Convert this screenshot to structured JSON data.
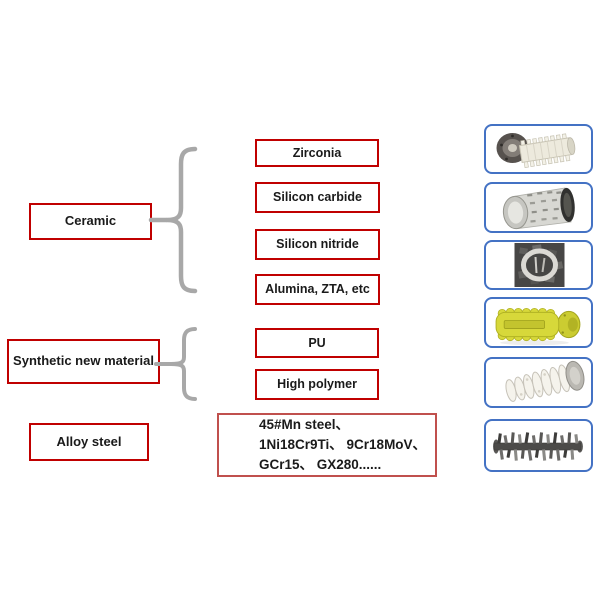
{
  "colors": {
    "category_box_border": "#C00000",
    "steel_box_border": "#C0504D",
    "image_box_border": "#4472C4",
    "brace": "#A8A8A8",
    "text": "#1A1A1A",
    "background": "#FFFFFF"
  },
  "categories": {
    "ceramic": {
      "label": "Ceramic"
    },
    "synthetic": {
      "label": "Synthetic new material"
    },
    "alloy": {
      "label": "Alloy steel"
    }
  },
  "materials": {
    "zirconia": "Zirconia",
    "silicon_carbide": "Silicon carbide",
    "silicon_nitride": "Silicon nitride",
    "alumina": "Alumina, ZTA, etc",
    "pu": "PU",
    "high_polymer": "High polymer"
  },
  "alloy_steel_box": {
    "line1": "45#Mn steel、",
    "line2": "1Ni18Cr9Ti、 9Cr18MoV、",
    "line3": "GCr15、 GX280......"
  },
  "product_photos": [
    {
      "icon": "white-ceramic-studded-rotor-photo"
    },
    {
      "icon": "ceramic-drum-rotor-photo"
    },
    {
      "icon": "ceramic-ring-rotor-closeup-photo"
    },
    {
      "icon": "yellow-pu-studded-rotor-photo"
    },
    {
      "icon": "white-polymer-spiral-rotor-photo"
    },
    {
      "icon": "alloy-steel-blade-rotor-photo"
    }
  ]
}
